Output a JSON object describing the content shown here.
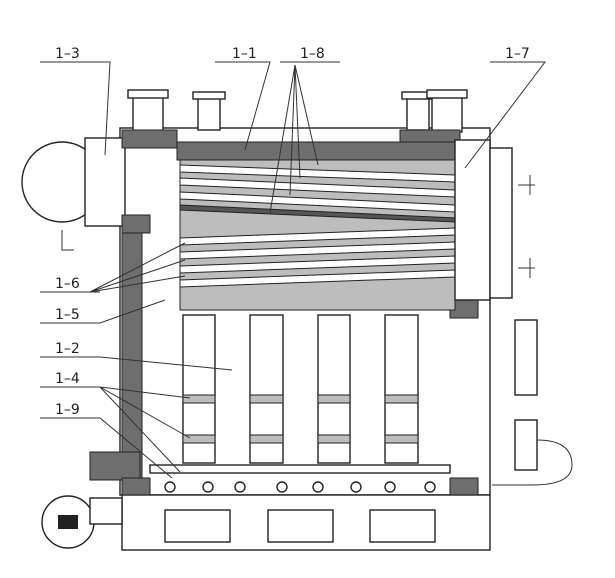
{
  "title": "Boiler cross-section diagram",
  "labels": {
    "l1_3": "1–3",
    "l1_1": "1–1",
    "l1_8": "1–8",
    "l1_7": "1–7",
    "l1_6": "1–6",
    "l1_5": "1–5",
    "l1_2": "1–2",
    "l1_4": "1–4",
    "l1_9": "1–9"
  },
  "colors": {
    "stroke": "#222222",
    "dark_fill": "#6e6e6e",
    "light_fill": "#bdbdbd"
  }
}
